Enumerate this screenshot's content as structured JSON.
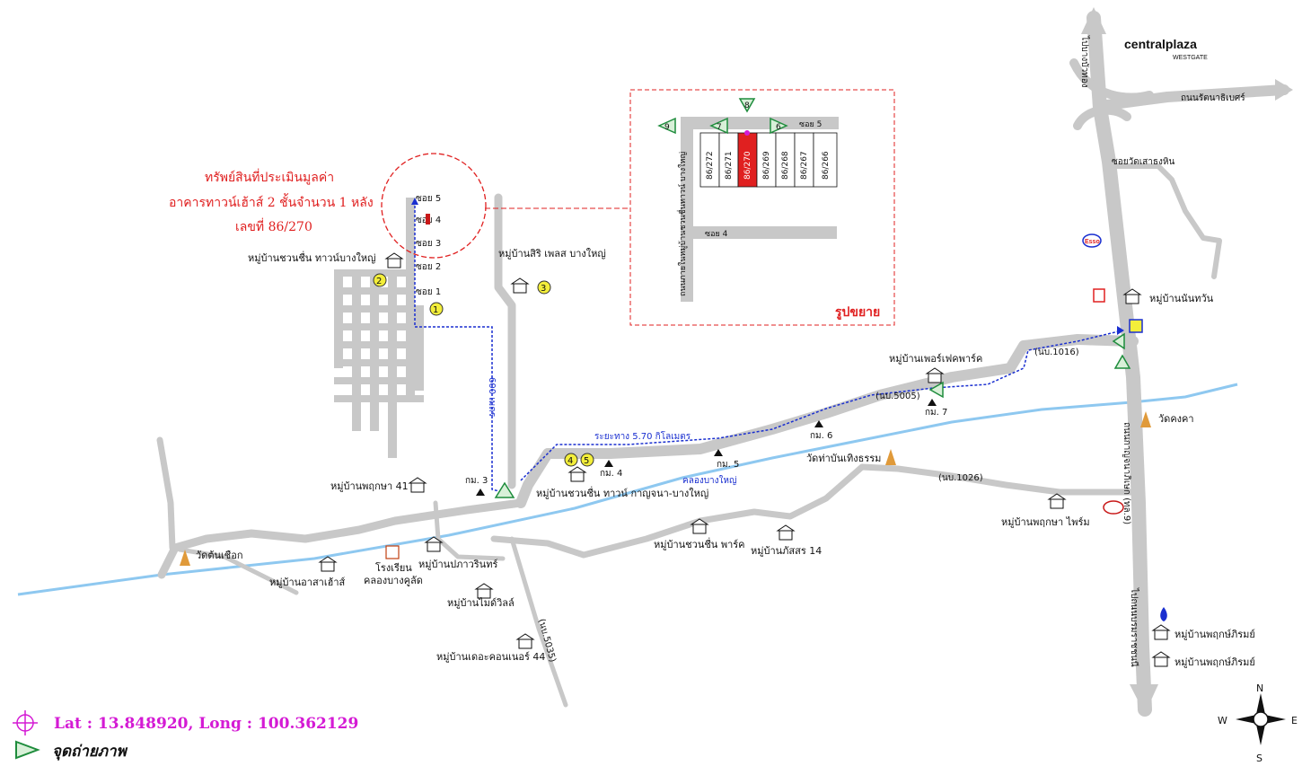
{
  "property": {
    "title_line1": "ทรัพย์สินที่ประเมินมูลค่า",
    "title_line2": "อาคารทาวน์เฮ้าส์ 2 ชั้นจำนวน 1 หลัง",
    "title_line3": "เลขที่ 86/270"
  },
  "inset": {
    "label": "รูปขยาย",
    "soi5": "ซอย 5",
    "soi4": "ซอย 4",
    "road_vertical": "ถนนภายในหมู่บ้านชวนชื่นทาวน์ บางใหญ่",
    "plots": [
      "86/272",
      "86/271",
      "86/270",
      "86/269",
      "86/268",
      "86/267",
      "86/266"
    ],
    "photo_points": [
      "9",
      "7",
      "8",
      "6"
    ]
  },
  "soi_labels": [
    "ซอย 5",
    "ซอย 4",
    "ซอย 3",
    "ซอย 2",
    "ซอย 1"
  ],
  "distances": {
    "m600": "600 เมตร",
    "km": "ระยะทาง 5.70 กิโลเมตร"
  },
  "roads": {
    "rd1016": "(นบ.1016)",
    "rd5005": "(นบ.5005)",
    "rd1026": "(นบ.1026)",
    "rd5035": "(นบ.5035)",
    "khlong": "คลองบางใหญ่",
    "kanchana_s": "ถนนกาญจนาภิเษก (ทล.9)",
    "to_bangbuathong": "ไปบางบัวทอง",
    "rattanathibet": "ถนนรัตนาธิเบศร์",
    "to_bangkruai": "ไปถนนบรมราชชนนี",
    "soi_wat": "ซอยวัดเสาธงหิน"
  },
  "villages": [
    "หมู่บ้านชวนชื่น ทาวน์บางใหญ่",
    "หมู่บ้านสิริ เพลส บางใหญ่",
    "หมู่บ้านนันทวัน",
    "หมู่บ้านเพอร์เฟคพาร์ค",
    "หมู่บ้านพฤกษา 41",
    "หมู่บ้านชวนชื่น ทาวน์ กาญจนา-บางใหญ่",
    "หมู่บ้านพฤกษา ไพร์ม",
    "หมู่บ้านชวนชื่น พาร์ค",
    "หมู่บ้านภัสสร 14",
    "หมู่บ้านปภาวรินทร์",
    "หมู่บ้านอาสาเฮ้าส์",
    "หมู่บ้านไมด์วิลล์",
    "หมู่บ้านเดอะคอนเนอร์ 44",
    "หมู่บ้านพฤกษ์ภิรมย์",
    "หมู่บ้านพฤกษ์ภิรมย์"
  ],
  "places": {
    "wat_ton_sai": "วัดต้นเชือก",
    "wat_tha_khanun": "วัดท่าบันเทิงธรรม",
    "wat_kong": "วัดคงคา",
    "school1": "โรงเรียน",
    "school2": "คลองบางคูลัด"
  },
  "markers": [
    "กม. 3",
    "กม. 4",
    "กม. 5",
    "กม. 6",
    "กม. 7"
  ],
  "brand": {
    "line1": "centralplaza",
    "line2": "WESTGATE",
    "esso": "Esso"
  },
  "legend": {
    "coords": "Lat : 13.848920, Long : 100.362129",
    "photo": "จุดถ่ายภาพ"
  },
  "compass": {
    "n": "N",
    "s": "S",
    "e": "E",
    "w": "W"
  },
  "photo_nums": [
    "1",
    "2",
    "3",
    "4",
    "5"
  ],
  "colors": {
    "road": "#c8c8c8",
    "river": "#8ec8f0",
    "route": "#1a2fd0",
    "red": "#e02020",
    "photo": "#1e8c3c",
    "yellow": "#f3ee3a",
    "magenta": "#d41ad4"
  }
}
